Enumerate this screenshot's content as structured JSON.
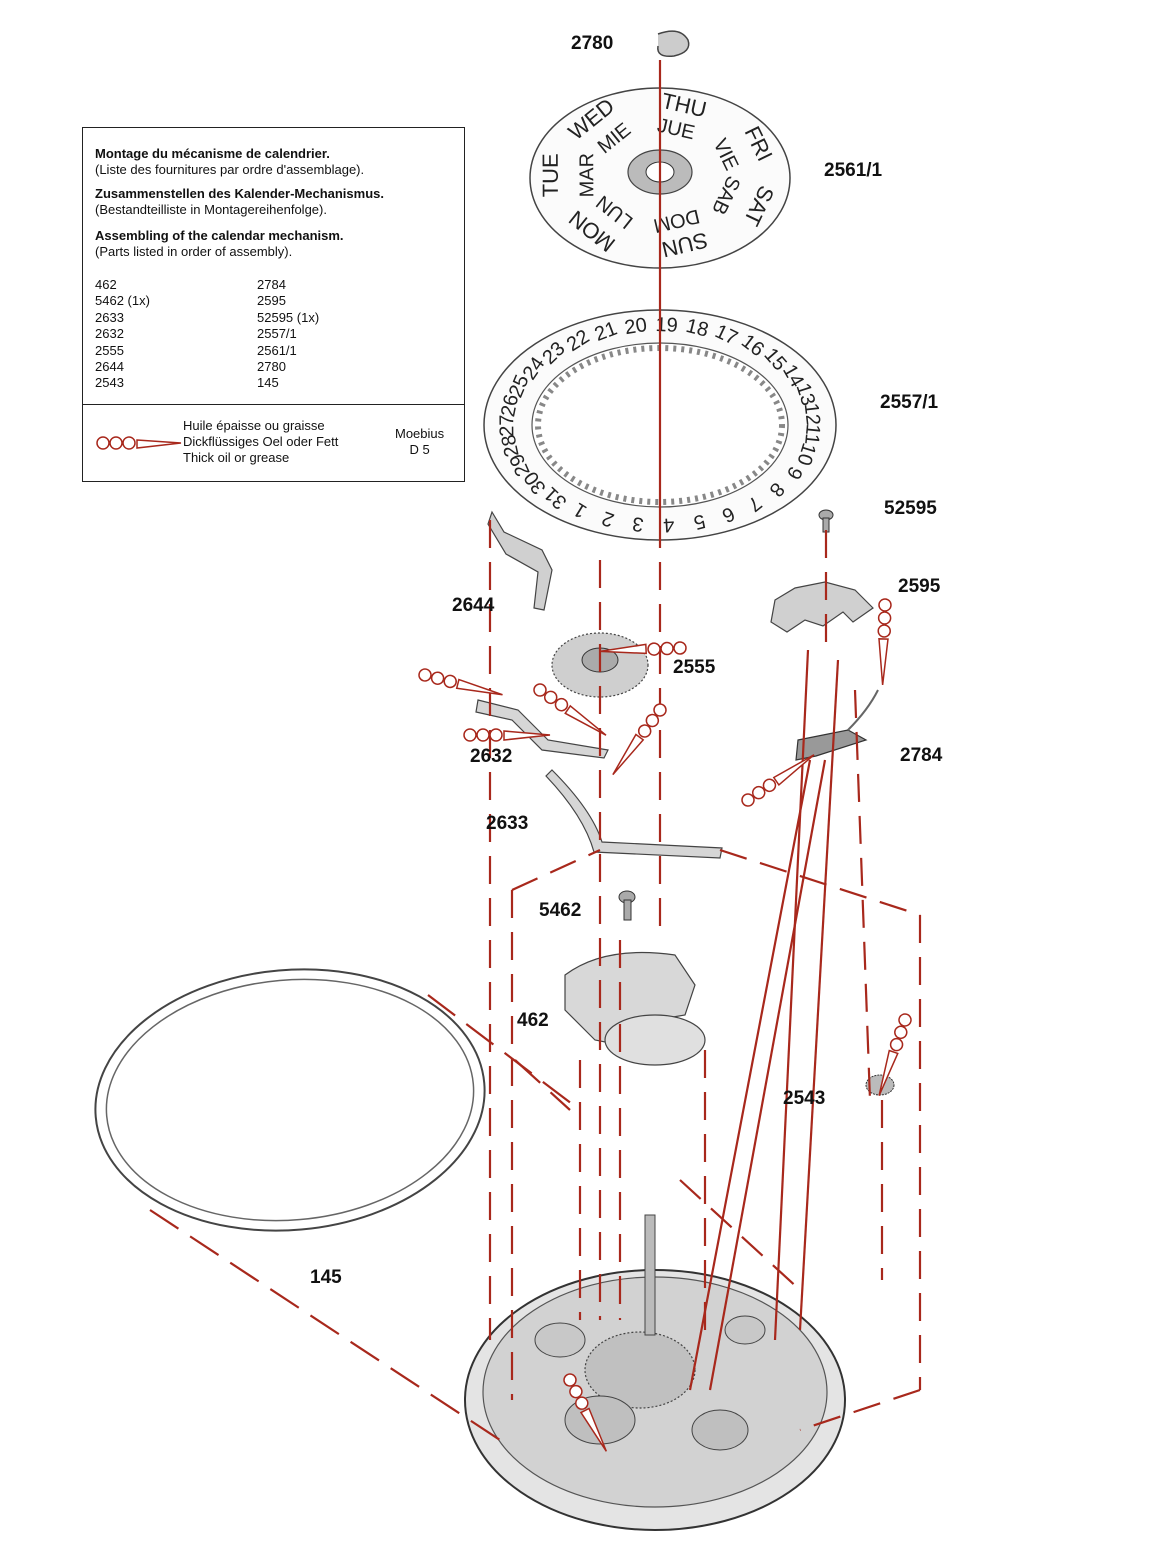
{
  "info": {
    "fr_title": "Montage du mécanisme de calendrier.",
    "fr_sub": "(Liste des fournitures par ordre d'assemblage).",
    "de_title": "Zusammenstellen des Kalender-Mechanismus.",
    "de_sub": "(Bestandteilliste in Montagereihenfolge).",
    "en_title": "Assembling of the calendar mechanism.",
    "en_sub": "(Parts listed in order of assembly).",
    "parts_col1": [
      "462",
      "5462  (1x)",
      "2633",
      "2632",
      "2555",
      "2644",
      "2543"
    ],
    "parts_col2": [
      "2784",
      "2595",
      "52595  (1x)",
      "2557/1",
      "2561/1",
      "2780",
      "145"
    ],
    "legend_fr": "Huile épaisse ou graisse",
    "legend_de": "Dickflüssiges Oel oder Fett",
    "legend_en": "Thick oil or grease",
    "moebius_1": "Moebius",
    "moebius_2": "D 5"
  },
  "labels": {
    "l2780": "2780",
    "l2561": "2561/1",
    "l2557": "2557/1",
    "l52595": "52595",
    "l2595": "2595",
    "l2644": "2644",
    "l2555": "2555",
    "l2632": "2632",
    "l2784": "2784",
    "l2633": "2633",
    "l5462": "5462",
    "l462": "462",
    "l2543": "2543",
    "l145": "145"
  },
  "day_disc": [
    "THU",
    "FRI",
    "SAT",
    "SUN",
    "MON",
    "TUE",
    "WED",
    "JUE",
    "VIE",
    "SAB",
    "DOM",
    "LUN",
    "MAR",
    "MIE"
  ],
  "date_disc": [
    "1",
    "2",
    "3",
    "4",
    "5",
    "6",
    "7",
    "8",
    "9",
    "10",
    "11",
    "12",
    "13",
    "14",
    "15",
    "16",
    "17",
    "18",
    "19",
    "20",
    "21",
    "22",
    "23",
    "24",
    "25",
    "26",
    "27",
    "28",
    "29",
    "30",
    "31"
  ],
  "colors": {
    "guide": "#a8281c",
    "ink": "#222222",
    "part_fill": "#d9d9d9"
  }
}
